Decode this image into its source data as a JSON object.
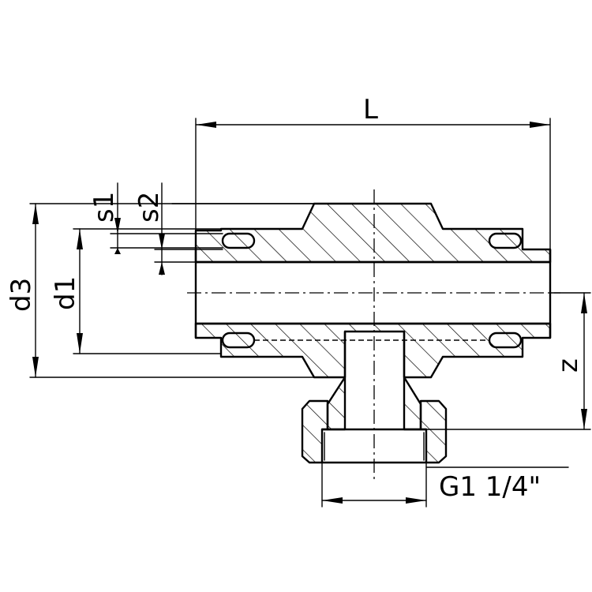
{
  "labels": {
    "length": "L",
    "outer_diameter": "d3",
    "inner_diameter": "d1",
    "wall_s1": "s1",
    "wall_s2": "s2",
    "height": "z",
    "thread": "G1 1/4\""
  }
}
